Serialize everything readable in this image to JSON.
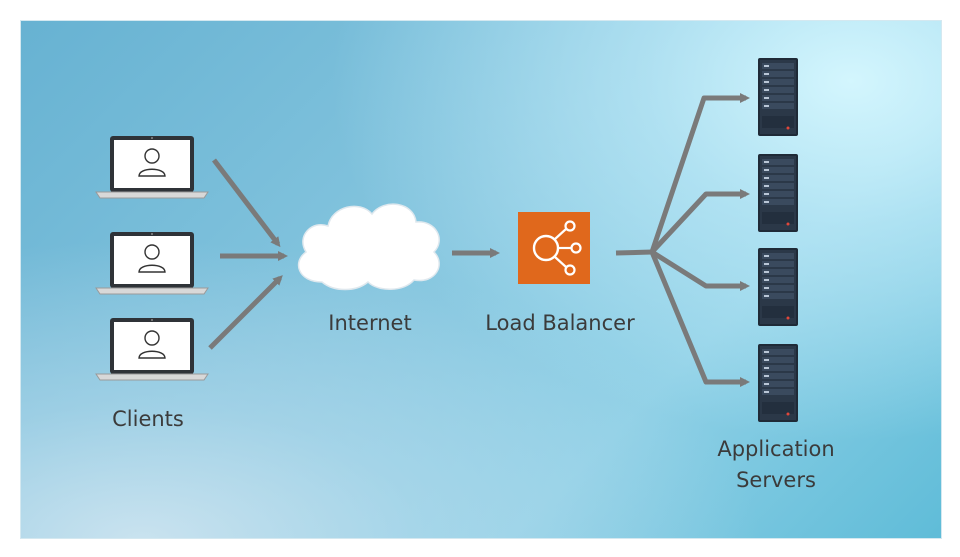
{
  "nodes": {
    "clients": {
      "label": "Clients",
      "count": 3
    },
    "internet": {
      "label": "Internet"
    },
    "load_balancer": {
      "label": "Load Balancer"
    },
    "servers": {
      "label_line1": "Application",
      "label_line2": "Servers",
      "count": 4
    }
  },
  "colors": {
    "arrow": "#7a7a7a",
    "load_balancer_fill": "#e0681c",
    "server_body": "#232f3e",
    "label_text": "#3b3b3b"
  },
  "edges": [
    {
      "from": "client-1",
      "to": "internet"
    },
    {
      "from": "client-2",
      "to": "internet"
    },
    {
      "from": "client-3",
      "to": "internet"
    },
    {
      "from": "internet",
      "to": "load-balancer"
    },
    {
      "from": "load-balancer",
      "to": "server-1"
    },
    {
      "from": "load-balancer",
      "to": "server-2"
    },
    {
      "from": "load-balancer",
      "to": "server-3"
    },
    {
      "from": "load-balancer",
      "to": "server-4"
    }
  ]
}
